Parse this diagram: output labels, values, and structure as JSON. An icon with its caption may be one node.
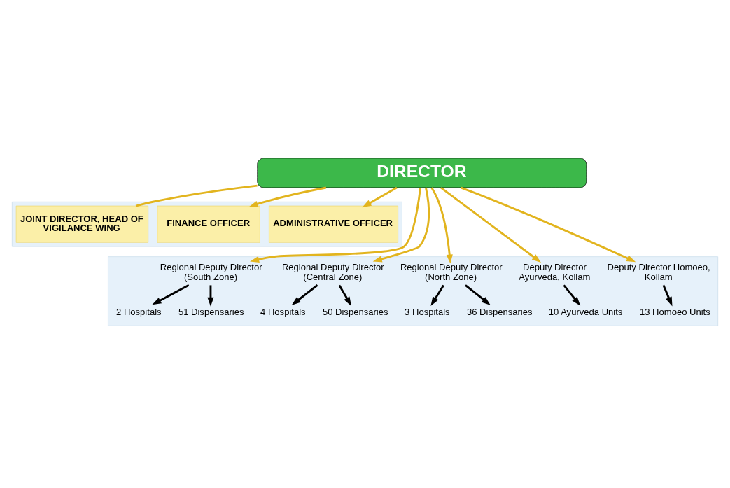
{
  "diagram": {
    "nodes": [
      {
        "text": [
          "DIRECTOR"
        ]
      },
      {
        "text": [],
        "shape": "box"
      },
      {
        "text": [
          "ADMINISTRATIVE OFFICER"
        ],
        "in": 1
      },
      {
        "text": [
          "FINANCE OFFICER"
        ],
        "in": 1
      },
      {
        "text": [
          "JOINT DIRECTOR, HEAD OF VIGILANCE WING"
        ],
        "in": 1
      },
      {
        "text": [],
        "shape": "box"
      },
      {
        "text": [
          "Regional Deputy Director (South Zone)"
        ],
        "in": 5
      },
      {
        "text": [
          "Regional Deputy Director (Central Zone)"
        ],
        "in": 5
      },
      {
        "text": [
          "Regional Deputy Director (North Zone)"
        ],
        "in": 5
      },
      {
        "text": [
          "Deputy Director Ayurveda, Kollam"
        ],
        "in": 5
      },
      {
        "text": [
          "Deputy Director Homoeo, Kollam"
        ],
        "in": 5
      },
      {
        "text": [
          "2 Hospitals"
        ],
        "in": 5
      },
      {
        "text": [
          "51 Dispensaries"
        ],
        "in": 5
      },
      {
        "text": [
          "4 Hospitals"
        ],
        "in": 5
      },
      {
        "text": [
          "50 Dispensaries"
        ],
        "in": 5
      },
      {
        "text": [
          "3 Hospitals"
        ],
        "in": 5
      },
      {
        "text": [
          "36 Dispensaries"
        ],
        "in": 5
      },
      {
        "text": [
          "10 Ayurveda Units"
        ],
        "in": 5
      },
      {
        "text": [
          "13 Homoeo Units"
        ],
        "in": 5
      }
    ],
    "edges": [
      {
        "from": 0,
        "to": 2,
        "arrow": "to"
      },
      {
        "from": 0,
        "to": 3,
        "arrow": "to"
      },
      {
        "from": 0,
        "to": 4,
        "arrow": "none"
      },
      {
        "from": 0,
        "to": 6,
        "arrow": "to"
      },
      {
        "from": 0,
        "to": 7,
        "arrow": "to"
      },
      {
        "from": 0,
        "to": 8,
        "arrow": "to"
      },
      {
        "from": 0,
        "to": 9,
        "arrow": "to"
      },
      {
        "from": 0,
        "to": 10,
        "arrow": "to"
      },
      {
        "from": 6,
        "to": 11,
        "arrow": "to",
        "color": "#000000"
      },
      {
        "from": 6,
        "to": 12,
        "arrow": "to",
        "color": "#000000"
      },
      {
        "from": 7,
        "to": 13,
        "arrow": "to",
        "color": "#000000"
      },
      {
        "from": 7,
        "to": 14,
        "arrow": "to",
        "color": "#000000"
      },
      {
        "from": 8,
        "to": 15,
        "arrow": "to",
        "color": "#000000"
      },
      {
        "from": 8,
        "to": 16,
        "arrow": "to",
        "color": "#000000"
      },
      {
        "from": 9,
        "to": 17,
        "arrow": "to",
        "color": "#000000"
      },
      {
        "from": 10,
        "to": 18,
        "arrow": "to",
        "color": "#000000"
      }
    ]
  }
}
